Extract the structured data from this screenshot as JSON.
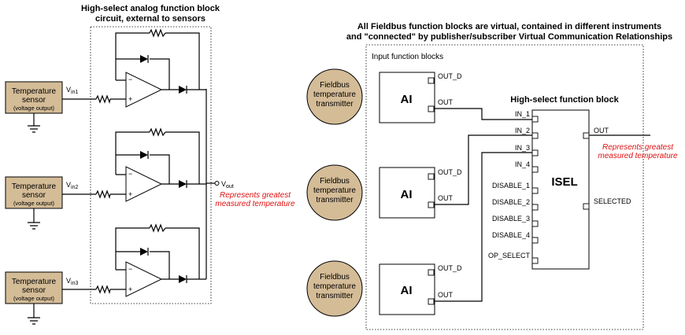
{
  "analog": {
    "heading_line1": "High-select analog function block",
    "heading_line2": "circuit, external to sensors",
    "sensor_line1": "Temperature",
    "sensor_line2": "sensor",
    "sensor_line3": "(voltage output)",
    "vin_letter": "V",
    "vin_subs": [
      "in1",
      "in2",
      "in3"
    ],
    "op_minus": "−",
    "op_plus": "+",
    "vout_letter": "V",
    "vout_sub": "out",
    "note_line1": "Represents greatest",
    "note_line2": "measured temperature"
  },
  "fieldbus": {
    "heading_line1": "All Fieldbus function blocks are virtual, contained in different instruments",
    "heading_line2": "and \"connected\" by publisher/subscriber Virtual Communication Relationships",
    "input_group_label": "Input function blocks",
    "transmitter_line1": "Fieldbus",
    "transmitter_line2": "temperature",
    "transmitter_line3": "transmitter",
    "ai_label": "AI",
    "ai_out_d": "OUT_D",
    "ai_out": "OUT",
    "isel_heading": "High-select function block",
    "isel_label": "ISEL",
    "isel_inputs": [
      "IN_1",
      "IN_2",
      "IN_3",
      "IN_4",
      "DISABLE_1",
      "DISABLE_2",
      "DISABLE_3",
      "DISABLE_4",
      "OP_SELECT"
    ],
    "isel_out": "OUT",
    "isel_selected": "SELECTED",
    "note_line1": "Represents greatest",
    "note_line2": "measured temperature"
  },
  "colors": {
    "sensor_fill": "#d4bc97",
    "note_red": "#e01010"
  }
}
